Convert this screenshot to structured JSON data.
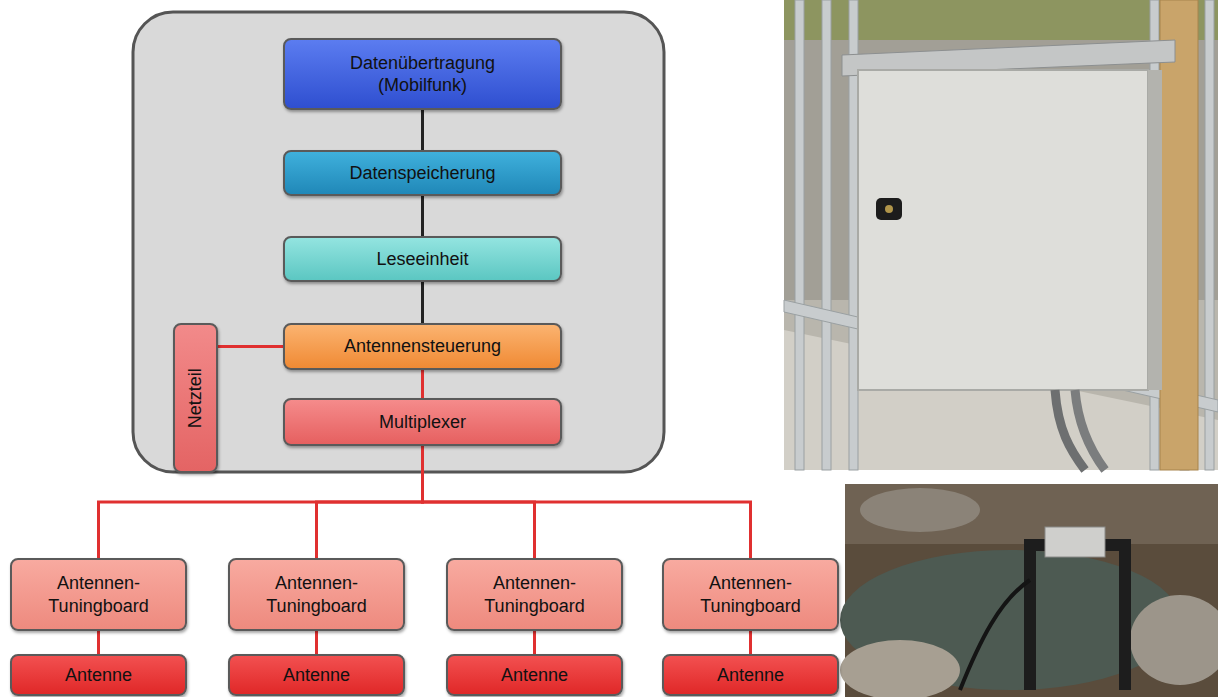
{
  "diagram": {
    "nodes": [
      {
        "text": [
          "Datenübertragung (Mobilfunk)"
        ]
      },
      {
        "text": [
          "Datenspeicherung"
        ]
      },
      {
        "text": [
          "Leseeinheit"
        ]
      },
      {
        "text": [
          "Netzteil"
        ]
      },
      {
        "text": [
          "Antennensteuerung"
        ]
      },
      {
        "text": [
          "Multiplexer"
        ]
      },
      {
        "text": [
          "Antennen- Tuningboard"
        ]
      },
      {
        "text": [
          "Antennen- Tuningboard"
        ]
      },
      {
        "text": [
          "Antennen- Tuningboard"
        ]
      },
      {
        "text": [
          "Antennen- Tuningboard"
        ]
      },
      {
        "text": [
          "Antenne"
        ]
      },
      {
        "text": [
          "Antenne"
        ]
      },
      {
        "text": [
          "Antenne"
        ]
      },
      {
        "text": [
          "Antenne"
        ]
      }
    ],
    "edges": [
      {
        "from": 0,
        "to": 1,
        "arrow": "none"
      },
      {
        "from": 1,
        "to": 2,
        "arrow": "none"
      },
      {
        "from": 2,
        "to": 4,
        "arrow": "none"
      },
      {
        "from": 3,
        "to": 4,
        "arrow": "none"
      },
      {
        "from": 4,
        "to": 5,
        "arrow": "none"
      },
      {
        "from": 5,
        "to": 6,
        "arrow": "none"
      },
      {
        "from": 5,
        "to": 7,
        "arrow": "none"
      },
      {
        "from": 5,
        "to": 8,
        "arrow": "none"
      },
      {
        "from": 5,
        "to": 9,
        "arrow": "none"
      },
      {
        "from": 6,
        "to": 10,
        "arrow": "none"
      },
      {
        "from": 7,
        "to": 11,
        "arrow": "none"
      },
      {
        "from": 8,
        "to": 12,
        "arrow": "none"
      },
      {
        "from": 9,
        "to": 13,
        "arrow": "none"
      }
    ]
  }
}
